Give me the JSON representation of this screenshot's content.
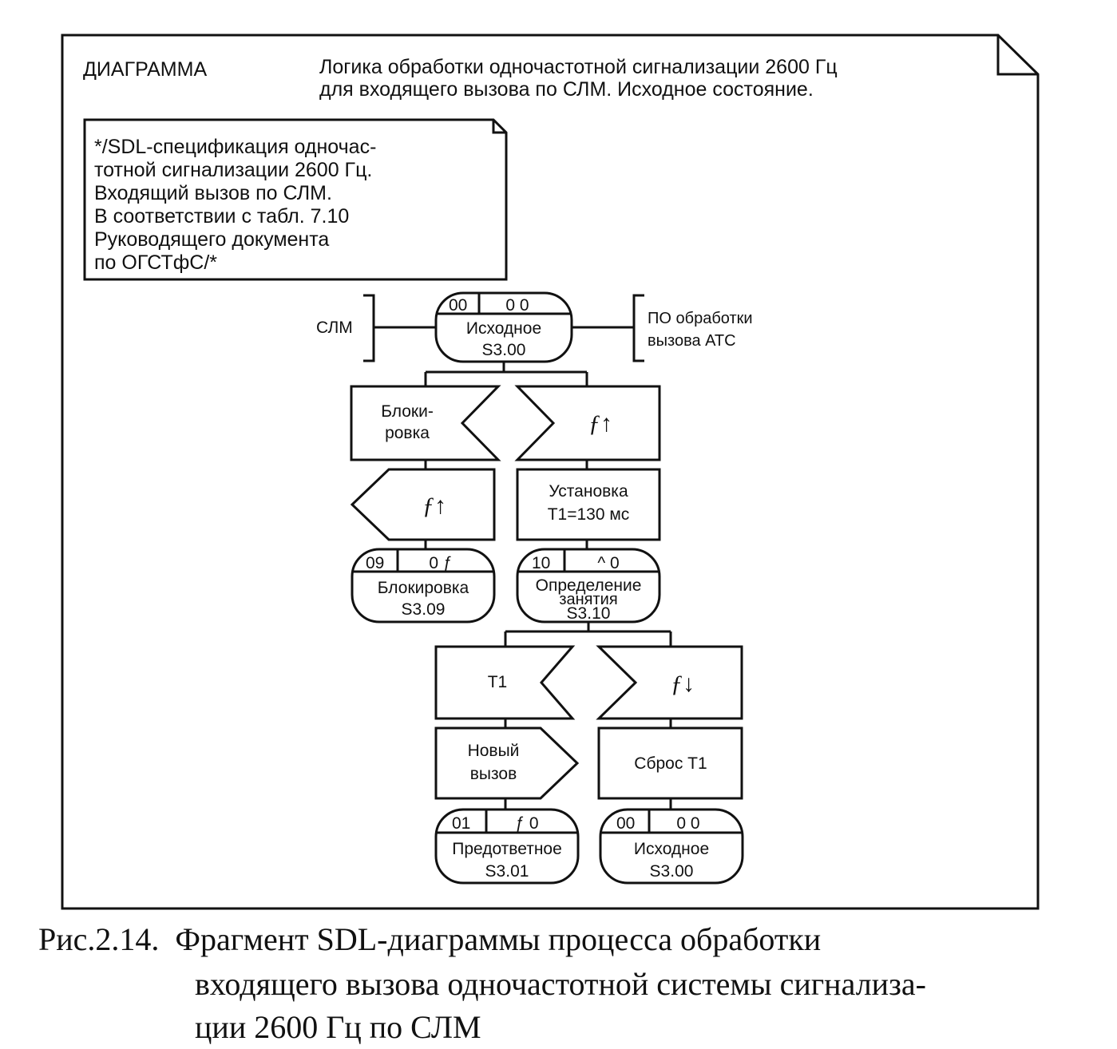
{
  "header": {
    "label": "ДИАГРАММА",
    "title_line1": "Логика обработки одночастотной сигнализации 2600 Гц",
    "title_line2": "для входящего вызова по СЛМ. Исходное состояние."
  },
  "comment": {
    "lines": [
      "*/SDL-спецификация одночас-",
      "тотной сигнализации 2600 Гц.",
      "Входящий вызов по СЛМ.",
      "В соответствии с табл. 7.10",
      "Руководящего документа",
      "по ОГСТфС/*"
    ]
  },
  "environment": {
    "left": "СЛМ",
    "right_line1": "ПО обработки",
    "right_line2": "вызова АТС"
  },
  "states": {
    "initial": {
      "num": "00",
      "code": "0 0",
      "name": "Исходное",
      "id": "S3.00"
    },
    "blocking": {
      "num": "09",
      "code": "0 ƒ",
      "name": "Блокировка",
      "id": "S3.09"
    },
    "seizure": {
      "num": "10",
      "code": "^ 0",
      "name_line1": "Определение",
      "name_line2": "занятия",
      "id": "S3.10"
    },
    "preanswer": {
      "num": "01",
      "code": "ƒ 0",
      "name": "Предответное",
      "id": "S3.01"
    },
    "initial_end": {
      "num": "00",
      "code": "0 0",
      "name": "Исходное",
      "id": "S3.00"
    }
  },
  "inputs": {
    "blocking_line1": "Блоки-",
    "blocking_line2": "ровка",
    "f_up": "ƒ↑",
    "timer": "Т1",
    "f_down": "ƒ↓"
  },
  "outputs": {
    "f_up": "ƒ↑",
    "new_call_line1": "Новый",
    "new_call_line2": "вызов"
  },
  "tasks": {
    "set_timer_line1": "Установка",
    "set_timer_line2": "Т1=130 мс",
    "reset_timer": "Сброс Т1"
  },
  "caption": {
    "line1": "Рис.2.14.  Фрагмент SDL-диаграммы процесса обработки",
    "line2": "входящего вызова одночастотной системы сигнализа-",
    "line3": "ции 2600 Гц по СЛМ"
  }
}
